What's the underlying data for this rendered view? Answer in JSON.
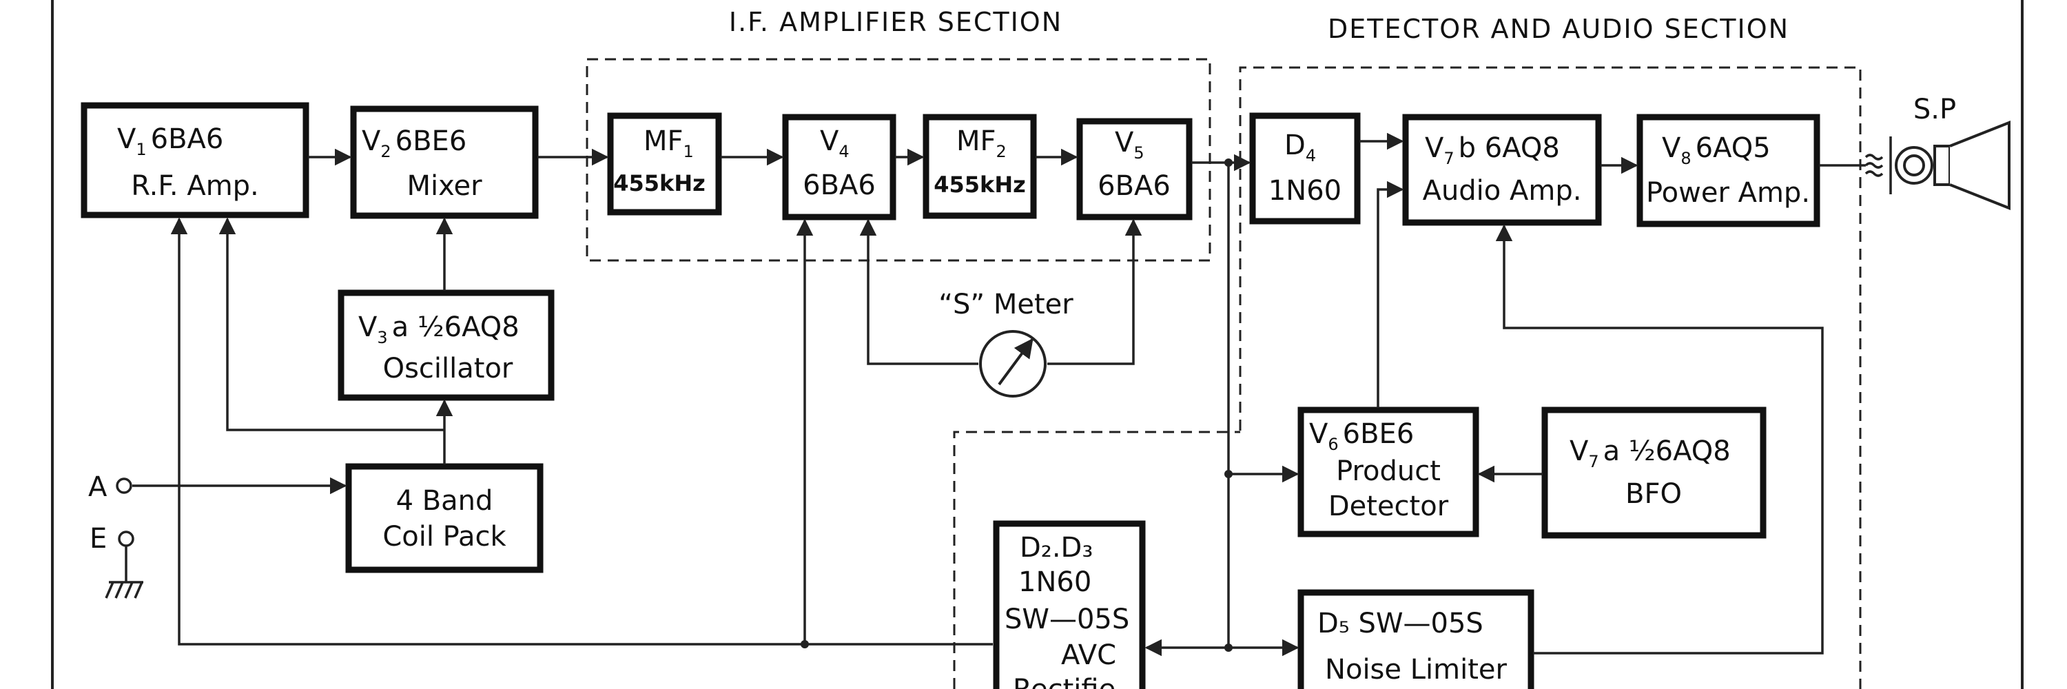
{
  "sections": {
    "if_amplifier": "I.F. AMPLIFIER SECTION",
    "detector_audio": "DETECTOR AND AUDIO SECTION"
  },
  "blocks": {
    "v1": {
      "line1": "6BA6",
      "line2": "R.F. Amp.",
      "tube": "V",
      "sub": "1"
    },
    "v2": {
      "line1": "6BE6",
      "line2": "Mixer",
      "tube": "V",
      "sub": "2"
    },
    "mf1": {
      "line1": "MF",
      "sub": "1",
      "line2": "455kHz"
    },
    "v4": {
      "line1": "V",
      "sub": "4",
      "line2": "6BA6"
    },
    "mf2": {
      "line1": "MF",
      "sub": "2",
      "line2": "455kHz"
    },
    "v5": {
      "line1": "V",
      "sub": "5",
      "line2": "6BA6"
    },
    "d4": {
      "line1": "D",
      "sub": "4",
      "line2": "1N60"
    },
    "v7b": {
      "tube": "V",
      "sub": "7",
      "line1": "b 6AQ8",
      "line2": "Audio Amp."
    },
    "v8": {
      "tube": "V",
      "sub": "8",
      "line1": "6AQ5",
      "line2": "Power Amp."
    },
    "v3a": {
      "tube": "V",
      "sub": "3",
      "line1": "a ½6AQ8",
      "line2": "Oscillator"
    },
    "coil": {
      "line1": "4 Band",
      "line2": "Coil Pack"
    },
    "v6": {
      "tube": "V",
      "sub": "6",
      "line1": "6BE6",
      "line2": "Product",
      "line3": "Detector"
    },
    "v7a": {
      "tube": "V",
      "sub": "7",
      "line1": "a ½6AQ8",
      "line2": "BFO"
    },
    "d23": {
      "line1": "D₂.D₃",
      "line2": "1N60",
      "line3": "SW—05S",
      "line4": "AVC",
      "line5": "Rectifie"
    },
    "d5": {
      "line1": "D₅ SW—05S",
      "line2": "Noise Limiter"
    }
  },
  "labels": {
    "s_meter": "“S” Meter",
    "speaker": "S.P",
    "antenna": "A",
    "earth": "E"
  }
}
